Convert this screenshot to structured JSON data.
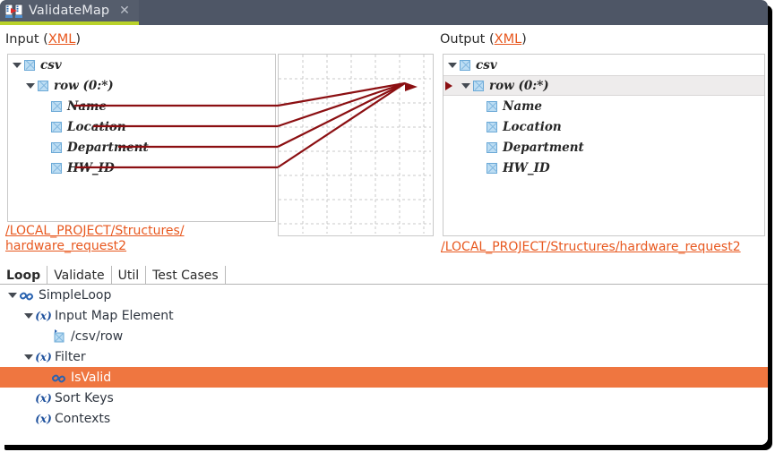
{
  "window": {
    "title_tab": {
      "label": "ValidateMap",
      "icon": "map-document-icon",
      "close_label": "✕",
      "accent_color": "#b9d22a",
      "bar_color": "#4e5666"
    }
  },
  "input_panel": {
    "label_prefix": "Input (",
    "label_link": "XML",
    "label_suffix": ")",
    "path_line1": "/LOCAL_PROJECT/Structures/",
    "path_line2": "hardware_request2",
    "tree": [
      {
        "label": "csv",
        "indent": 0,
        "twisty": true,
        "checkbox": true
      },
      {
        "label": "row (0:*)",
        "indent": 1,
        "twisty": true,
        "checkbox": true
      },
      {
        "label": "Name",
        "indent": 2,
        "twisty": false,
        "checkbox": true
      },
      {
        "label": "Location",
        "indent": 2,
        "twisty": false,
        "checkbox": true
      },
      {
        "label": "Department",
        "indent": 2,
        "twisty": false,
        "checkbox": true
      },
      {
        "label": "HW_ID",
        "indent": 2,
        "twisty": false,
        "checkbox": true
      }
    ]
  },
  "output_panel": {
    "label_prefix": "Output (",
    "label_link": "XML",
    "label_suffix": ")",
    "path": "/LOCAL_PROJECT/Structures/hardware_request2",
    "tree": [
      {
        "label": "csv",
        "indent": 0,
        "twisty": true,
        "checkbox": true,
        "selected": false,
        "arrow": false
      },
      {
        "label": "row (0:*)",
        "indent": 1,
        "twisty": true,
        "checkbox": true,
        "selected": true,
        "arrow": true
      },
      {
        "label": "Name",
        "indent": 2,
        "twisty": false,
        "checkbox": true,
        "selected": false,
        "arrow": false
      },
      {
        "label": "Location",
        "indent": 2,
        "twisty": false,
        "checkbox": true,
        "selected": false,
        "arrow": false
      },
      {
        "label": "Department",
        "indent": 2,
        "twisty": false,
        "checkbox": true,
        "selected": false,
        "arrow": false
      },
      {
        "label": "HW_ID",
        "indent": 2,
        "twisty": false,
        "checkbox": true,
        "selected": false,
        "arrow": false
      }
    ]
  },
  "map_canvas": {
    "grid_spacing": 27,
    "grid_color": "#c8c8c8",
    "link_color": "#8b0f12",
    "links": [
      {
        "from": "Name",
        "to": "row (0:*)"
      },
      {
        "from": "Location",
        "to": "row (0:*)"
      },
      {
        "from": "Department",
        "to": "row (0:*)"
      },
      {
        "from": "HW_ID",
        "to": "row (0:*)"
      }
    ]
  },
  "bottom_panel": {
    "tabs": [
      {
        "label": "Loop",
        "active": true
      },
      {
        "label": "Validate",
        "active": false
      },
      {
        "label": "Util",
        "active": false
      },
      {
        "label": "Test Cases",
        "active": false
      }
    ],
    "selection_color": "#ef7640",
    "tree": [
      {
        "label": "SimpleLoop",
        "indent": 0,
        "twisty": true,
        "icon": "chain-icon",
        "selected": false
      },
      {
        "label": "Input Map Element",
        "indent": 1,
        "twisty": true,
        "icon": "expression-icon",
        "selected": false
      },
      {
        "label": "/csv/row",
        "indent": 2,
        "twisty": false,
        "icon": "node-icon",
        "selected": false
      },
      {
        "label": "Filter",
        "indent": 1,
        "twisty": true,
        "icon": "expression-icon",
        "selected": false
      },
      {
        "label": "IsValid",
        "indent": 2,
        "twisty": false,
        "icon": "chain-icon",
        "selected": true
      },
      {
        "label": "Sort Keys",
        "indent": 1,
        "twisty": false,
        "icon": "expression-icon",
        "selected": false
      },
      {
        "label": "Contexts",
        "indent": 1,
        "twisty": false,
        "icon": "expression-icon",
        "selected": false
      }
    ]
  }
}
